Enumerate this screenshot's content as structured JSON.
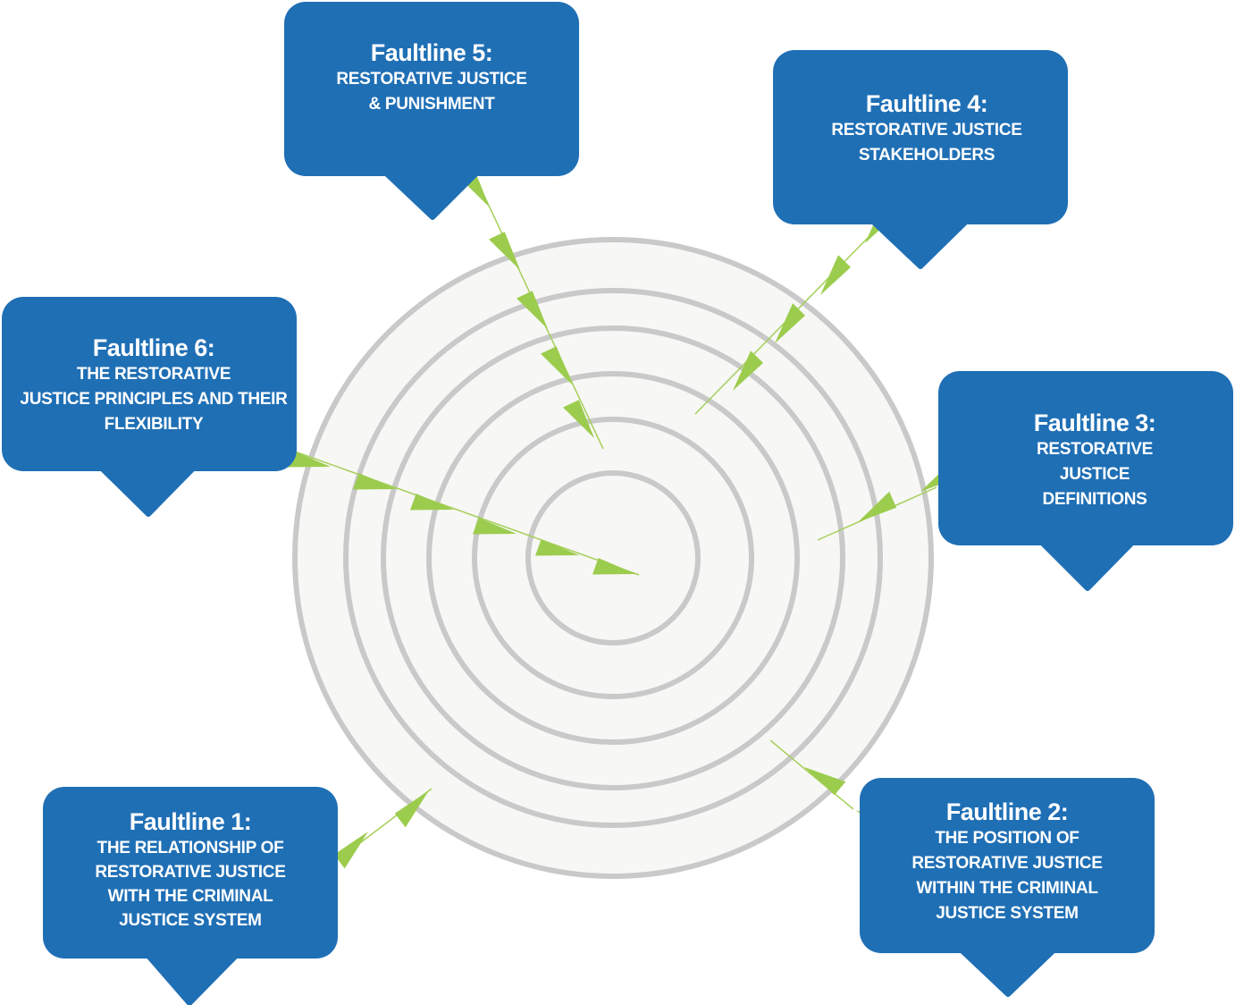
{
  "faultlines": [
    {
      "id": "faultline-1",
      "title": "Faultline 1:",
      "lines": [
        "THE RELATIONSHIP OF",
        "RESTORATIVE JUSTICE",
        "WITH THE CRIMINAL",
        "JUSTICE SYSTEM"
      ]
    },
    {
      "id": "faultline-2",
      "title": "Faultline 2:",
      "lines": [
        "THE POSITION OF",
        "RESTORATIVE JUSTICE",
        "WITHIN THE CRIMINAL",
        "JUSTICE SYSTEM"
      ]
    },
    {
      "id": "faultline-3",
      "title": "Faultline 3:",
      "lines": [
        "RESTORATIVE",
        "JUSTICE",
        "DEFINITIONS"
      ]
    },
    {
      "id": "faultline-4",
      "title": "Faultline 4:",
      "lines": [
        "RESTORATIVE JUSTICE",
        "STAKEHOLDERS"
      ]
    },
    {
      "id": "faultline-5",
      "title": "Faultline 5:",
      "lines": [
        "RESTORATIVE JUSTICE",
        "& PUNISHMENT"
      ]
    },
    {
      "id": "faultline-6",
      "title": "Faultline 6:",
      "lines": [
        "THE RESTORATIVE",
        "JUSTICE PRINCIPLES AND THEIR",
        "FLEXIBILITY"
      ]
    }
  ],
  "colors": {
    "callout": "#1f6fb5",
    "ring": "#c9c9c9",
    "ring_fill": "#f7f7f5",
    "arrow": "#9ccc4e",
    "text": "#ffffff"
  }
}
